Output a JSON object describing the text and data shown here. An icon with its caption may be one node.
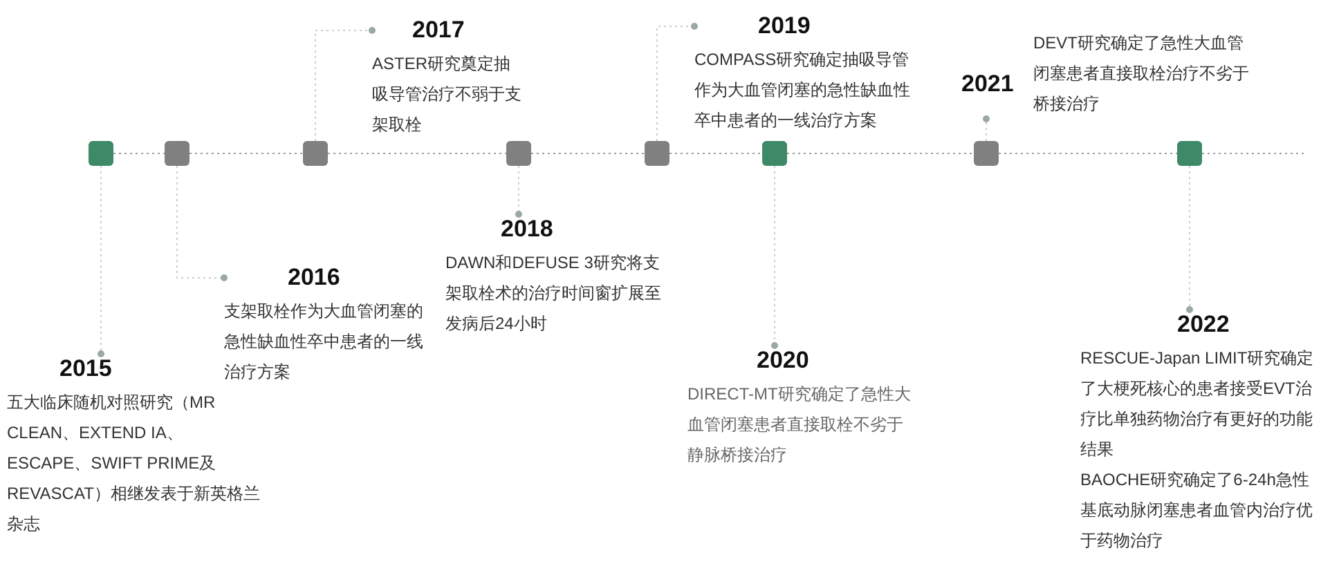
{
  "diagram": {
    "nodes": [
      {
        "text": [],
        "shape": "box"
      },
      {
        "text": [],
        "shape": "box"
      },
      {
        "text": [],
        "shape": "box"
      },
      {
        "text": [],
        "shape": "box"
      },
      {
        "text": [],
        "shape": "box"
      },
      {
        "text": [],
        "shape": "box"
      },
      {
        "text": [],
        "shape": "box"
      },
      {
        "text": [],
        "shape": "box"
      },
      {
        "text": [
          "2015",
          "五大临床随机对照研究（MR CLEAN、EXTEND IA、ESCAPE、SWIFT PRIME及REVASCAT）相继发表于新英格兰杂志"
        ]
      },
      {
        "text": [
          "2016",
          "支架取栓作为大血管闭塞的急性缺血性卒中患者的一线治疗方案"
        ]
      },
      {
        "text": [
          "2017",
          "ASTER研究奠定抽吸导管治疗不弱于支架取栓"
        ]
      },
      {
        "text": [
          "2018",
          "DAWN和DEFUSE 3研究将支架取栓术的治疗时间窗扩展至发病后24小时"
        ]
      },
      {
        "text": [
          "2019",
          "COMPASS研究确定抽吸导管作为大血管闭塞的急性缺血性卒中患者的一线治疗方案"
        ]
      },
      {
        "text": [
          "2020",
          "DIRECT-MT研究确定了急性大血管闭塞患者直接取栓不劣于静脉桥接治疗"
        ]
      },
      {
        "text": [
          "2021",
          "DEVT研究确定了急性大血管闭塞患者直接取栓治疗不劣于桥接治疗"
        ]
      },
      {
        "text": [
          "2022",
          "RESCUE-Japan LIMIT研究确定了大梗死核心的患者接受EVT治疗比单独药物治疗有更好的功能结果",
          "BAOCHE研究确定了6-24h急性基底动脉闭塞患者血管内治疗优于药物治疗"
        ]
      }
    ],
    "edges": [
      {
        "from": 0,
        "to": 1,
        "arrow": "none",
        "style": "dashed"
      },
      {
        "from": 1,
        "to": 2,
        "arrow": "none",
        "style": "dashed"
      },
      {
        "from": 2,
        "to": 3,
        "arrow": "none",
        "style": "dashed"
      },
      {
        "from": 3,
        "to": 4,
        "arrow": "none",
        "style": "dashed"
      },
      {
        "from": 4,
        "to": 5,
        "arrow": "none",
        "style": "dashed"
      },
      {
        "from": 5,
        "to": 6,
        "arrow": "none",
        "style": "dashed"
      },
      {
        "from": 6,
        "to": 7,
        "arrow": "none",
        "style": "dashed"
      },
      {
        "from": 7,
        "to": null,
        "arrow": "none",
        "style": "dashed"
      },
      {
        "from": 0,
        "to": 8,
        "arrow": "other",
        "style": "dashed"
      },
      {
        "from": 1,
        "to": 9,
        "arrow": "other",
        "style": "dashed"
      },
      {
        "from": 2,
        "to": 10,
        "arrow": "other",
        "style": "dashed"
      },
      {
        "from": 3,
        "to": 11,
        "arrow": "other",
        "style": "dashed"
      },
      {
        "from": 4,
        "to": 12,
        "arrow": "other",
        "style": "dashed"
      },
      {
        "from": 5,
        "to": 13,
        "arrow": "other",
        "style": "dashed"
      },
      {
        "from": 6,
        "to": 14,
        "arrow": "other",
        "style": "dashed"
      },
      {
        "from": 7,
        "to": 15,
        "arrow": "other",
        "style": "dashed"
      }
    ]
  }
}
